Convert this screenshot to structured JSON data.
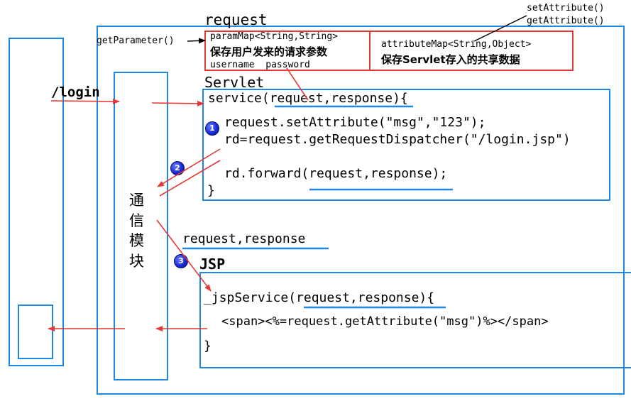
{
  "labels": {
    "request_title": "request",
    "set_attribute": "setAttribute()",
    "get_attribute": "getAttribute()",
    "get_parameter": "getParameter()",
    "param_map": "paramMap<String,String>",
    "param_desc": "保存用户发来的请求参数",
    "param_fields": "username  password",
    "attribute_map": "attributeMap<String,Object>",
    "attribute_desc": "保存Servlet存入的共享数据",
    "login_path": "/login",
    "servlet_title": "Servlet",
    "comm_module": [
      "通",
      "信",
      "模",
      "块"
    ],
    "req_resp": "request,response",
    "jsp_title": "JSP"
  },
  "servlet_code": [
    "service(request,response){",
    "request.setAttribute(\"msg\",\"123\");",
    "rd=request.getRequestDispatcher(\"/login.jsp\")",
    "rd.forward(request,response);",
    "}"
  ],
  "jsp_code": [
    "_jspService(request,response){",
    "<span><%=request.getAttribute(\"msg\")%></span>",
    "}"
  ],
  "markers": [
    "1",
    "2",
    "3"
  ],
  "colors": {
    "box_blue": "#1e88e5",
    "arrow_red": "#e53935",
    "marker_blue": "#1a2bd6"
  }
}
